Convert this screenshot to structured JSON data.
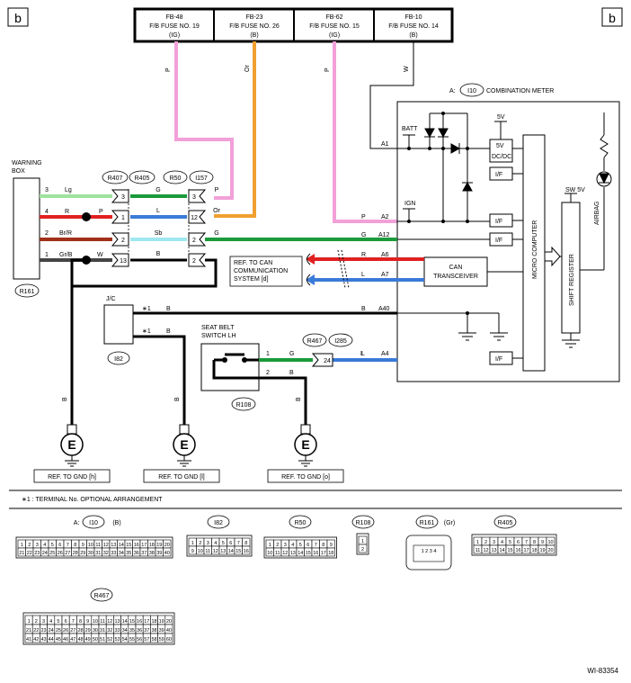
{
  "corner_label": "b",
  "fuses": [
    {
      "id": "FB-48",
      "name": "F/B FUSE NO. 19",
      "state": "(IG)"
    },
    {
      "id": "FB-23",
      "name": "F/B FUSE NO. 26",
      "state": "(B)"
    },
    {
      "id": "FB-62",
      "name": "F/B FUSE NO. 15",
      "state": "(IG)"
    },
    {
      "id": "FB-10",
      "name": "F/B FUSE NO. 14",
      "state": "(B)"
    }
  ],
  "fuse_wires": [
    "P",
    "Or",
    "P",
    "W"
  ],
  "meter": {
    "prefix": "A:",
    "connector": "I10",
    "title": "COMBINATION METER",
    "batt": "BATT",
    "ign": "IGN",
    "v5": "5V",
    "v5b": "5V",
    "dcdc": "DC/DC",
    "if_label": "I/F",
    "micro": "MICRO COMPUTER",
    "shift": "SHIFT REGISTER",
    "sw5v": "SW 5V",
    "airbag": "AIRBAG",
    "can": "CAN",
    "transceiver": "TRANSCEIVER",
    "pins": [
      "A1",
      "A2",
      "A12",
      "A6",
      "A7",
      "A40",
      "A4"
    ],
    "pin_colors": [
      "P",
      "G",
      "R",
      "L",
      "B",
      "L"
    ]
  },
  "warning_box": {
    "title1": "WARNING",
    "title2": "BOX",
    "connector": "R161",
    "pins": [
      "3",
      "4",
      "2",
      "1"
    ],
    "colors": [
      "Lg",
      "R",
      "Br/R",
      "Gr/B"
    ]
  },
  "connectors_top": [
    "R407",
    "R405",
    "R50",
    "I157"
  ],
  "junction": {
    "left_pins": [
      "3",
      "1",
      "2",
      "13"
    ],
    "mid_colors": [
      "G",
      "L",
      "Sb",
      "B"
    ],
    "right_pins": [
      "3",
      "12",
      "2",
      "2"
    ],
    "right_colors": [
      "P",
      "Or",
      "G"
    ],
    "left_colors": [
      "P",
      "W"
    ]
  },
  "can_ref": [
    "REF. TO CAN",
    "COMMUNICATION",
    "SYSTEM [d]"
  ],
  "jc": {
    "label": "J/C",
    "connector": "I82",
    "star": "∗1",
    "wire": "B"
  },
  "seatbelt": {
    "title1": "SEAT BELT",
    "title2": "SWITCH LH",
    "connector": "R108",
    "pins": [
      "1",
      "2"
    ],
    "colors": [
      "G",
      "B"
    ],
    "conn_labels": [
      "R467",
      "I285"
    ],
    "conn_pin": "24",
    "right_color": "L"
  },
  "ground_refs": [
    "REF. TO GND [h]",
    "REF. TO GND [l]",
    "REF. TO GND [o]"
  ],
  "ground_wire": "B",
  "ground_symbol": "E",
  "footnote": "∗1  : TERMINAL No. OPTIONAL ARRANGEMENT",
  "connector_views": {
    "i10_prefix": "A:",
    "i10_suffix": "(B)",
    "labels": [
      "I10",
      "I82",
      "R50",
      "R108",
      "R161",
      "R405",
      "R467"
    ],
    "r161_suffix": "(Gr)"
  },
  "diagram_id": "WI-83354"
}
